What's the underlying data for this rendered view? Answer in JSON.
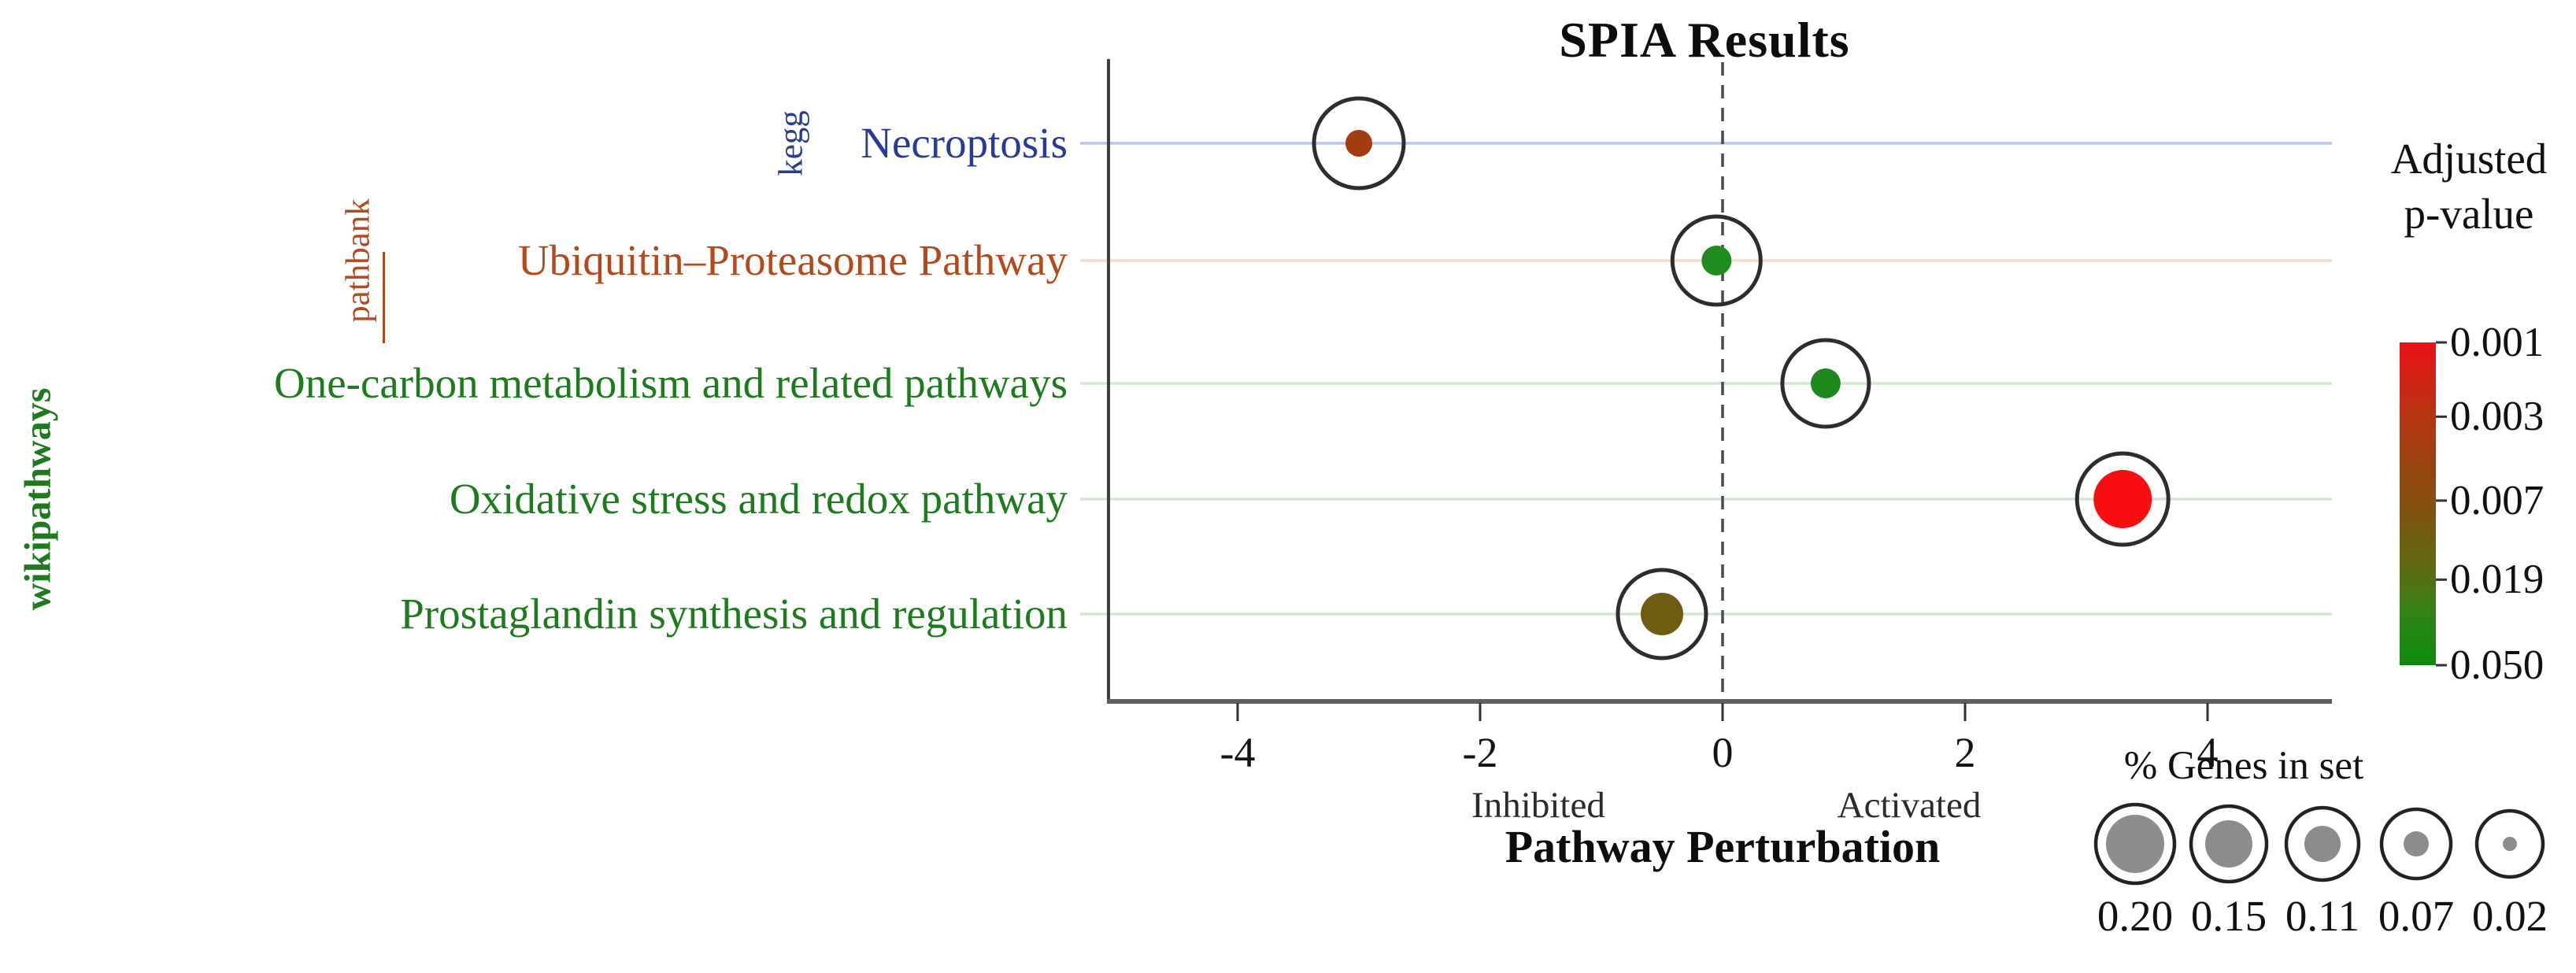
{
  "title": "SPIA Results",
  "axis": {
    "x_title": "Pathway Perturbation",
    "inhibited_label": "Inhibited",
    "activated_label": "Activated",
    "x_ticks": [
      "-4",
      "-2",
      "0",
      "2",
      "4"
    ],
    "x_tick_values": [
      -4,
      -2,
      0,
      2,
      4
    ]
  },
  "groups": [
    {
      "label": "kegg",
      "color": "#2a3b94"
    },
    {
      "label": "pathbank",
      "color": "#b4491c"
    },
    {
      "label": "wikipathways",
      "color": "#1e7a1e"
    }
  ],
  "chart_data": {
    "type": "scatter",
    "title": "SPIA Results",
    "xlabel": "Pathway Perturbation",
    "xlim": [
      -5,
      5
    ],
    "x_ticks": [
      -4,
      -2,
      0,
      2,
      4
    ],
    "x_annotations": [
      "Inhibited",
      "Activated"
    ],
    "zero_line_x": 0,
    "grid": "horizontal-rows-colored-by-database",
    "rows": [
      {
        "pathway": "Necroptosis",
        "database": "kegg",
        "label_color": "#2a3b94",
        "gridline_color": "#b9c5e6",
        "perturbation": -3.0,
        "adjusted_p_est": 0.004,
        "pct_genes_in_set_est": 0.07,
        "dot_color": "#a33c0e",
        "dot_r": 17,
        "ring_r": 57
      },
      {
        "pathway": "Ubiquitin–Proteasome Pathway",
        "database": "pathbank",
        "label_color": "#b4491c",
        "gridline_color": "#f6d9c9",
        "perturbation": -0.05,
        "adjusted_p_est": 0.045,
        "pct_genes_in_set_est": 0.08,
        "dot_color": "#1f8c1f",
        "dot_r": 19,
        "ring_r": 56
      },
      {
        "pathway": "One-carbon metabolism and related pathways",
        "database": "wikipathways",
        "label_color": "#1e7a1e",
        "gridline_color": "#d2e6d2",
        "perturbation": 0.85,
        "adjusted_p_est": 0.045,
        "pct_genes_in_set_est": 0.08,
        "dot_color": "#1e8a1e",
        "dot_r": 19,
        "ring_r": 55
      },
      {
        "pathway": "Oxidative stress and redox pathway",
        "database": "wikipathways",
        "label_color": "#1e7a1e",
        "gridline_color": "#d2e6d2",
        "perturbation": 3.3,
        "adjusted_p_est": 0.001,
        "pct_genes_in_set_est": 0.2,
        "dot_color": "#f90d10",
        "dot_r": 37,
        "ring_r": 58
      },
      {
        "pathway": "Prostaglandin synthesis and regulation",
        "database": "wikipathways",
        "label_color": "#1e7a1e",
        "gridline_color": "#d2e6d2",
        "perturbation": -0.5,
        "adjusted_p_est": 0.017,
        "pct_genes_in_set_est": 0.13,
        "dot_color": "#6e5c10",
        "dot_r": 27,
        "ring_r": 56
      }
    ]
  },
  "legends": {
    "color": {
      "title_line1": "Adjusted",
      "title_line2": "p-value",
      "ticks": [
        {
          "label": "0.001",
          "frac": 0.0
        },
        {
          "label": "0.003",
          "frac": 0.23
        },
        {
          "label": "0.007",
          "frac": 0.49
        },
        {
          "label": "0.019",
          "frac": 0.735
        },
        {
          "label": "0.050",
          "frac": 1.0
        }
      ],
      "gradient": [
        "#ea1216",
        "#bc3114",
        "#94460f",
        "#7b550e",
        "#5d6c10",
        "#2f8417",
        "#0d8b0d"
      ],
      "gradient_fracs": [
        0,
        0.2,
        0.4,
        0.55,
        0.7,
        0.85,
        1
      ]
    },
    "size": {
      "title": "% Genes in set",
      "dot_fill": "#8c8c8c",
      "items": [
        {
          "label": "0.20",
          "ring_r": 50,
          "dot_r": 37
        },
        {
          "label": "0.15",
          "ring_r": 48,
          "dot_r": 30
        },
        {
          "label": "0.11",
          "ring_r": 46,
          "dot_r": 23
        },
        {
          "label": "0.07",
          "ring_r": 44,
          "dot_r": 16
        },
        {
          "label": "0.02",
          "ring_r": 42,
          "dot_r": 9
        }
      ]
    }
  }
}
